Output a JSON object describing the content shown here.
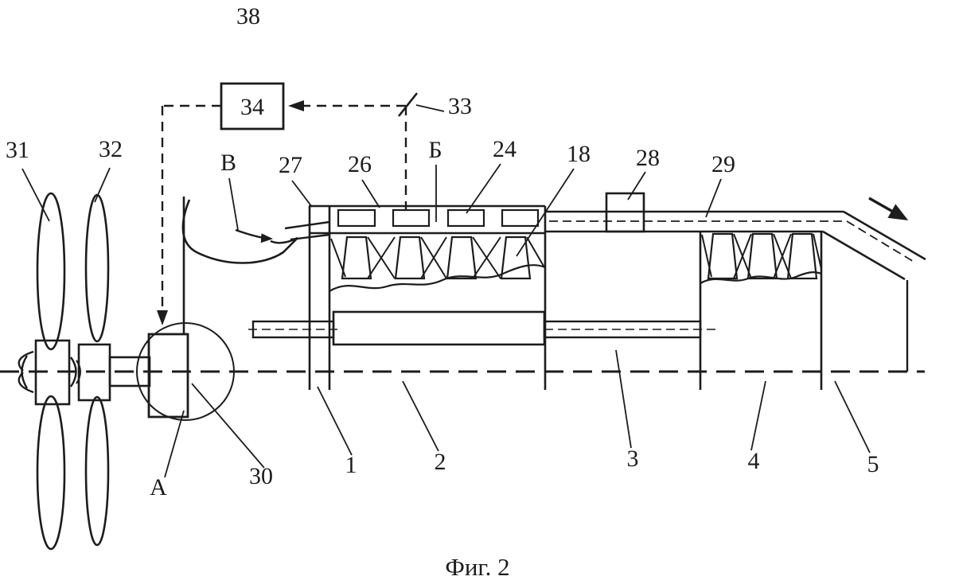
{
  "figure": {
    "caption": "Фиг. 2",
    "labels": {
      "n38": "38",
      "n34": "34",
      "n33": "33",
      "n31": "31",
      "n32": "32",
      "v": "В",
      "n27": "27",
      "n26": "26",
      "b": "Б",
      "n24": "24",
      "n18": "18",
      "n28": "28",
      "n29": "29",
      "a": "А",
      "n30": "30",
      "n1": "1",
      "n2": "2",
      "n3": "3",
      "n4": "4",
      "n5": "5"
    },
    "colors": {
      "line": "#1c1c1c",
      "background": "#ffffff",
      "hatch_fill": "#c8c8c8"
    }
  }
}
